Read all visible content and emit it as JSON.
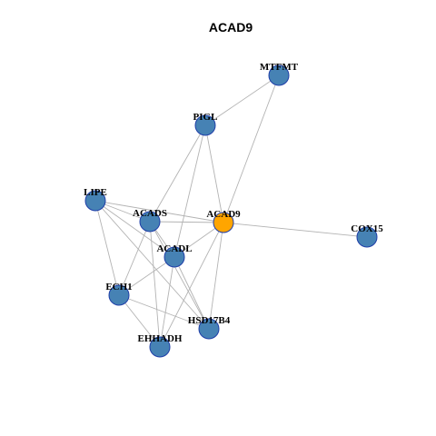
{
  "title": "ACAD9",
  "colors": {
    "center_node": "#FFA500",
    "neighbor_node": "#4682B4",
    "node_border": "#1F3EA8",
    "edge": "#B3B3B3"
  },
  "nodes": [
    {
      "id": "MTFMT",
      "label": "MTFMT",
      "role": "neighbor"
    },
    {
      "id": "PIGL",
      "label": "PIGL",
      "role": "neighbor"
    },
    {
      "id": "LIPE",
      "label": "LIPE",
      "role": "neighbor"
    },
    {
      "id": "ACADS",
      "label": "ACADS",
      "role": "neighbor"
    },
    {
      "id": "ACAD9",
      "label": "ACAD9",
      "role": "center"
    },
    {
      "id": "COX15",
      "label": "COX15",
      "role": "neighbor"
    },
    {
      "id": "ACADL",
      "label": "ACADL",
      "role": "neighbor"
    },
    {
      "id": "ECH1",
      "label": "ECH1",
      "role": "neighbor"
    },
    {
      "id": "HSD17B4",
      "label": "HSD17B4",
      "role": "neighbor"
    },
    {
      "id": "EHHADH",
      "label": "EHHADH",
      "role": "neighbor"
    }
  ],
  "edges": [
    [
      "MTFMT",
      "PIGL"
    ],
    [
      "MTFMT",
      "ACAD9"
    ],
    [
      "PIGL",
      "ACADS"
    ],
    [
      "PIGL",
      "ACAD9"
    ],
    [
      "PIGL",
      "ACADL"
    ],
    [
      "LIPE",
      "ACADS"
    ],
    [
      "LIPE",
      "ACAD9"
    ],
    [
      "LIPE",
      "ACADL"
    ],
    [
      "LIPE",
      "ECH1"
    ],
    [
      "LIPE",
      "HSD17B4"
    ],
    [
      "ACADS",
      "ACAD9"
    ],
    [
      "ACADS",
      "ACADL"
    ],
    [
      "ACADS",
      "ECH1"
    ],
    [
      "ACADS",
      "HSD17B4"
    ],
    [
      "ACADS",
      "EHHADH"
    ],
    [
      "ACAD9",
      "COX15"
    ],
    [
      "ACAD9",
      "ACADL"
    ],
    [
      "ACAD9",
      "HSD17B4"
    ],
    [
      "ACAD9",
      "EHHADH"
    ],
    [
      "ACADL",
      "ECH1"
    ],
    [
      "ACADL",
      "HSD17B4"
    ],
    [
      "ACADL",
      "EHHADH"
    ],
    [
      "ECH1",
      "HSD17B4"
    ],
    [
      "ECH1",
      "EHHADH"
    ]
  ]
}
